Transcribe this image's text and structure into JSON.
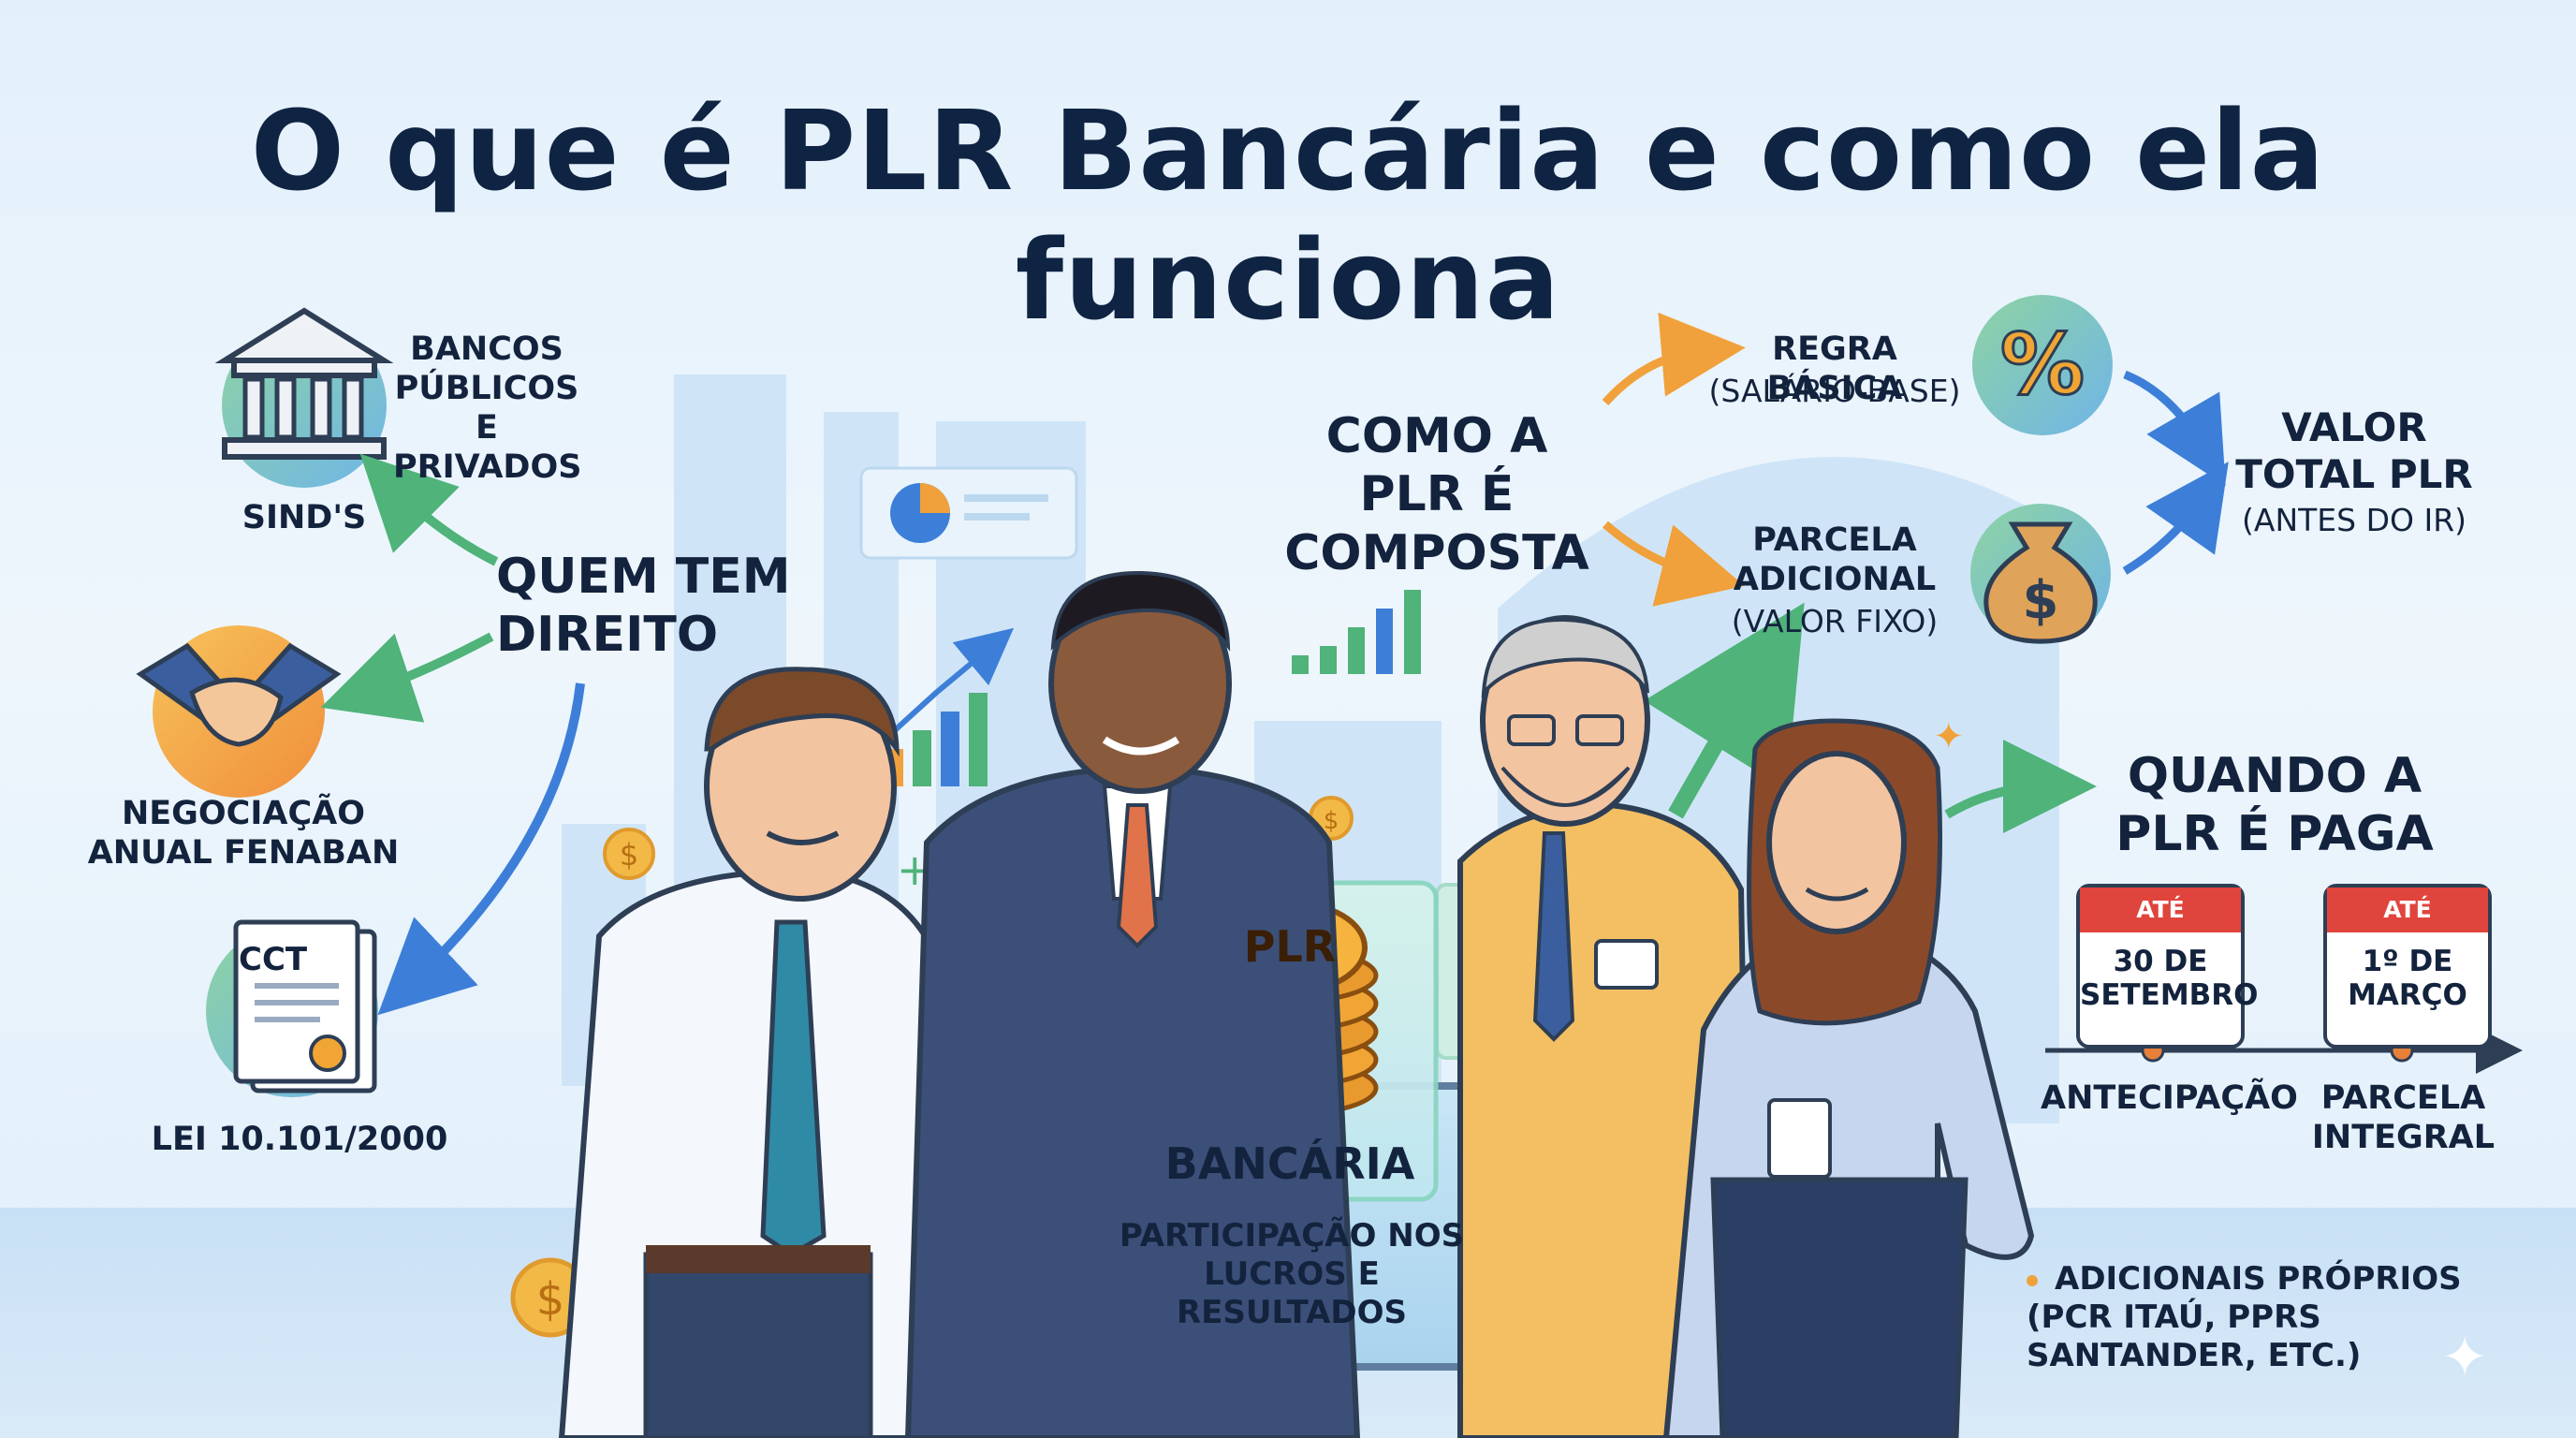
{
  "title": "O que é PLR Bancária e como ela funciona",
  "who": {
    "heading": "QUEM TEM DIREITO",
    "banks": "BANCOS PÚBLICOS E PRIVADOS",
    "sinds": "SIND'S",
    "negotiation": "NEGOCIAÇÃO ANUAL FENABAN",
    "cct_doc": "CCT",
    "law": "LEI 10.101/2000"
  },
  "composition": {
    "heading": "COMO A PLR É COMPOSTA",
    "rule_title": "REGRA BÁSICA",
    "rule_sub": "(SALÁRIO-BASE)",
    "extra_title": "PARCELA ADICIONAL",
    "extra_sub": "(VALOR FIXO)",
    "total_title": "VALOR TOTAL PLR",
    "total_sub": "(ANTES DO IR)"
  },
  "payment": {
    "heading": "QUANDO A PLR É PAGA",
    "cal1_top": "ATÉ",
    "cal1_date": "30 DE SETEMBRO",
    "cal1_label": "ANTECIPAÇÃO",
    "cal2_top": "ATÉ",
    "cal2_date": "1º DE MARÇO",
    "cal2_label": "PARCELA INTEGRAL"
  },
  "center": {
    "coin_label": "PLR",
    "panel_title": "BANCÁRIA",
    "panel_sub": "PARTICIPAÇÃO NOS LUCROS E RESULTADOS"
  },
  "extras": "ADICIONAIS PRÓPRIOS (PCR ITAÚ, PPRS SANTANDER, ETC.)",
  "colors": {
    "navy": "#0f2342",
    "green_arrow": "#4fb37a",
    "blue_arrow": "#3d7fd8",
    "orange_arrow": "#f0a13b",
    "calendar_red": "#e0453d",
    "coin_gold": "#f0a534"
  }
}
